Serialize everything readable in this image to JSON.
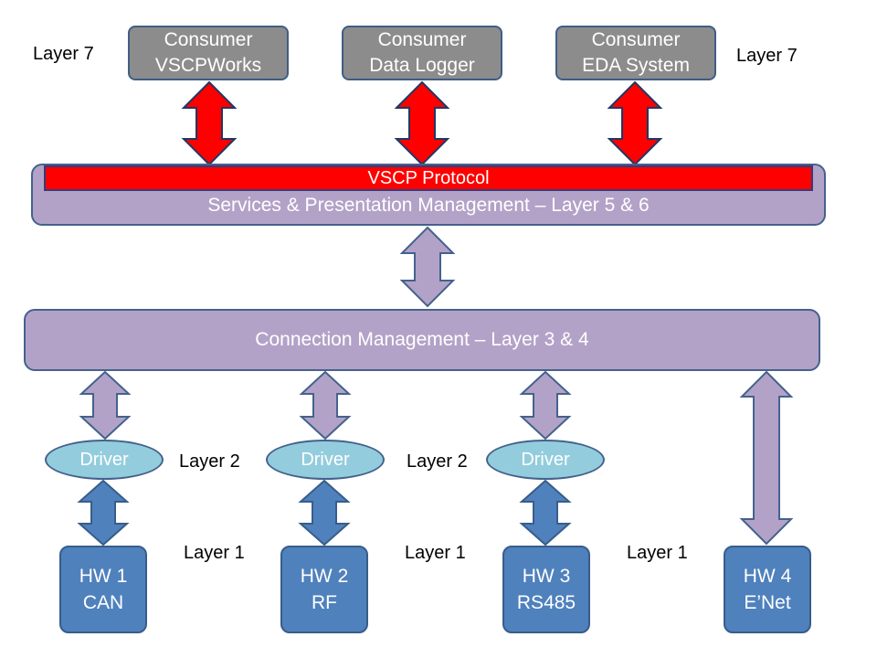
{
  "consumers": [
    {
      "line1": "Consumer",
      "line2": "VSCPWorks"
    },
    {
      "line1": "Consumer",
      "line2": "Data Logger"
    },
    {
      "line1": "Consumer",
      "line2": "EDA System"
    }
  ],
  "layer7_left": "Layer 7",
  "layer7_right": "Layer 7",
  "protocol_label": "VSCP Protocol",
  "services_label": "Services & Presentation Management – Layer 5 & 6",
  "connection_label": "Connection Management – Layer 3 & 4",
  "drivers": [
    "Driver",
    "Driver",
    "Driver"
  ],
  "layer2_labels": [
    "Layer 2",
    "Layer 2"
  ],
  "layer1_labels": [
    "Layer 1",
    "Layer 1",
    "Layer 1"
  ],
  "hardware": [
    {
      "line1": "HW 1",
      "line2": "CAN"
    },
    {
      "line1": "HW 2",
      "line2": "RF"
    },
    {
      "line1": "HW 3",
      "line2": "RS485"
    },
    {
      "line1": "HW 4",
      "line2": "E’Net"
    }
  ],
  "colors": {
    "consumer_fill": "#8c8c8c",
    "protocol_red": "#ff0000",
    "management_purple": "#b3a2c7",
    "driver_cyan": "#93cddd",
    "hardware_blue": "#4f81bd"
  }
}
